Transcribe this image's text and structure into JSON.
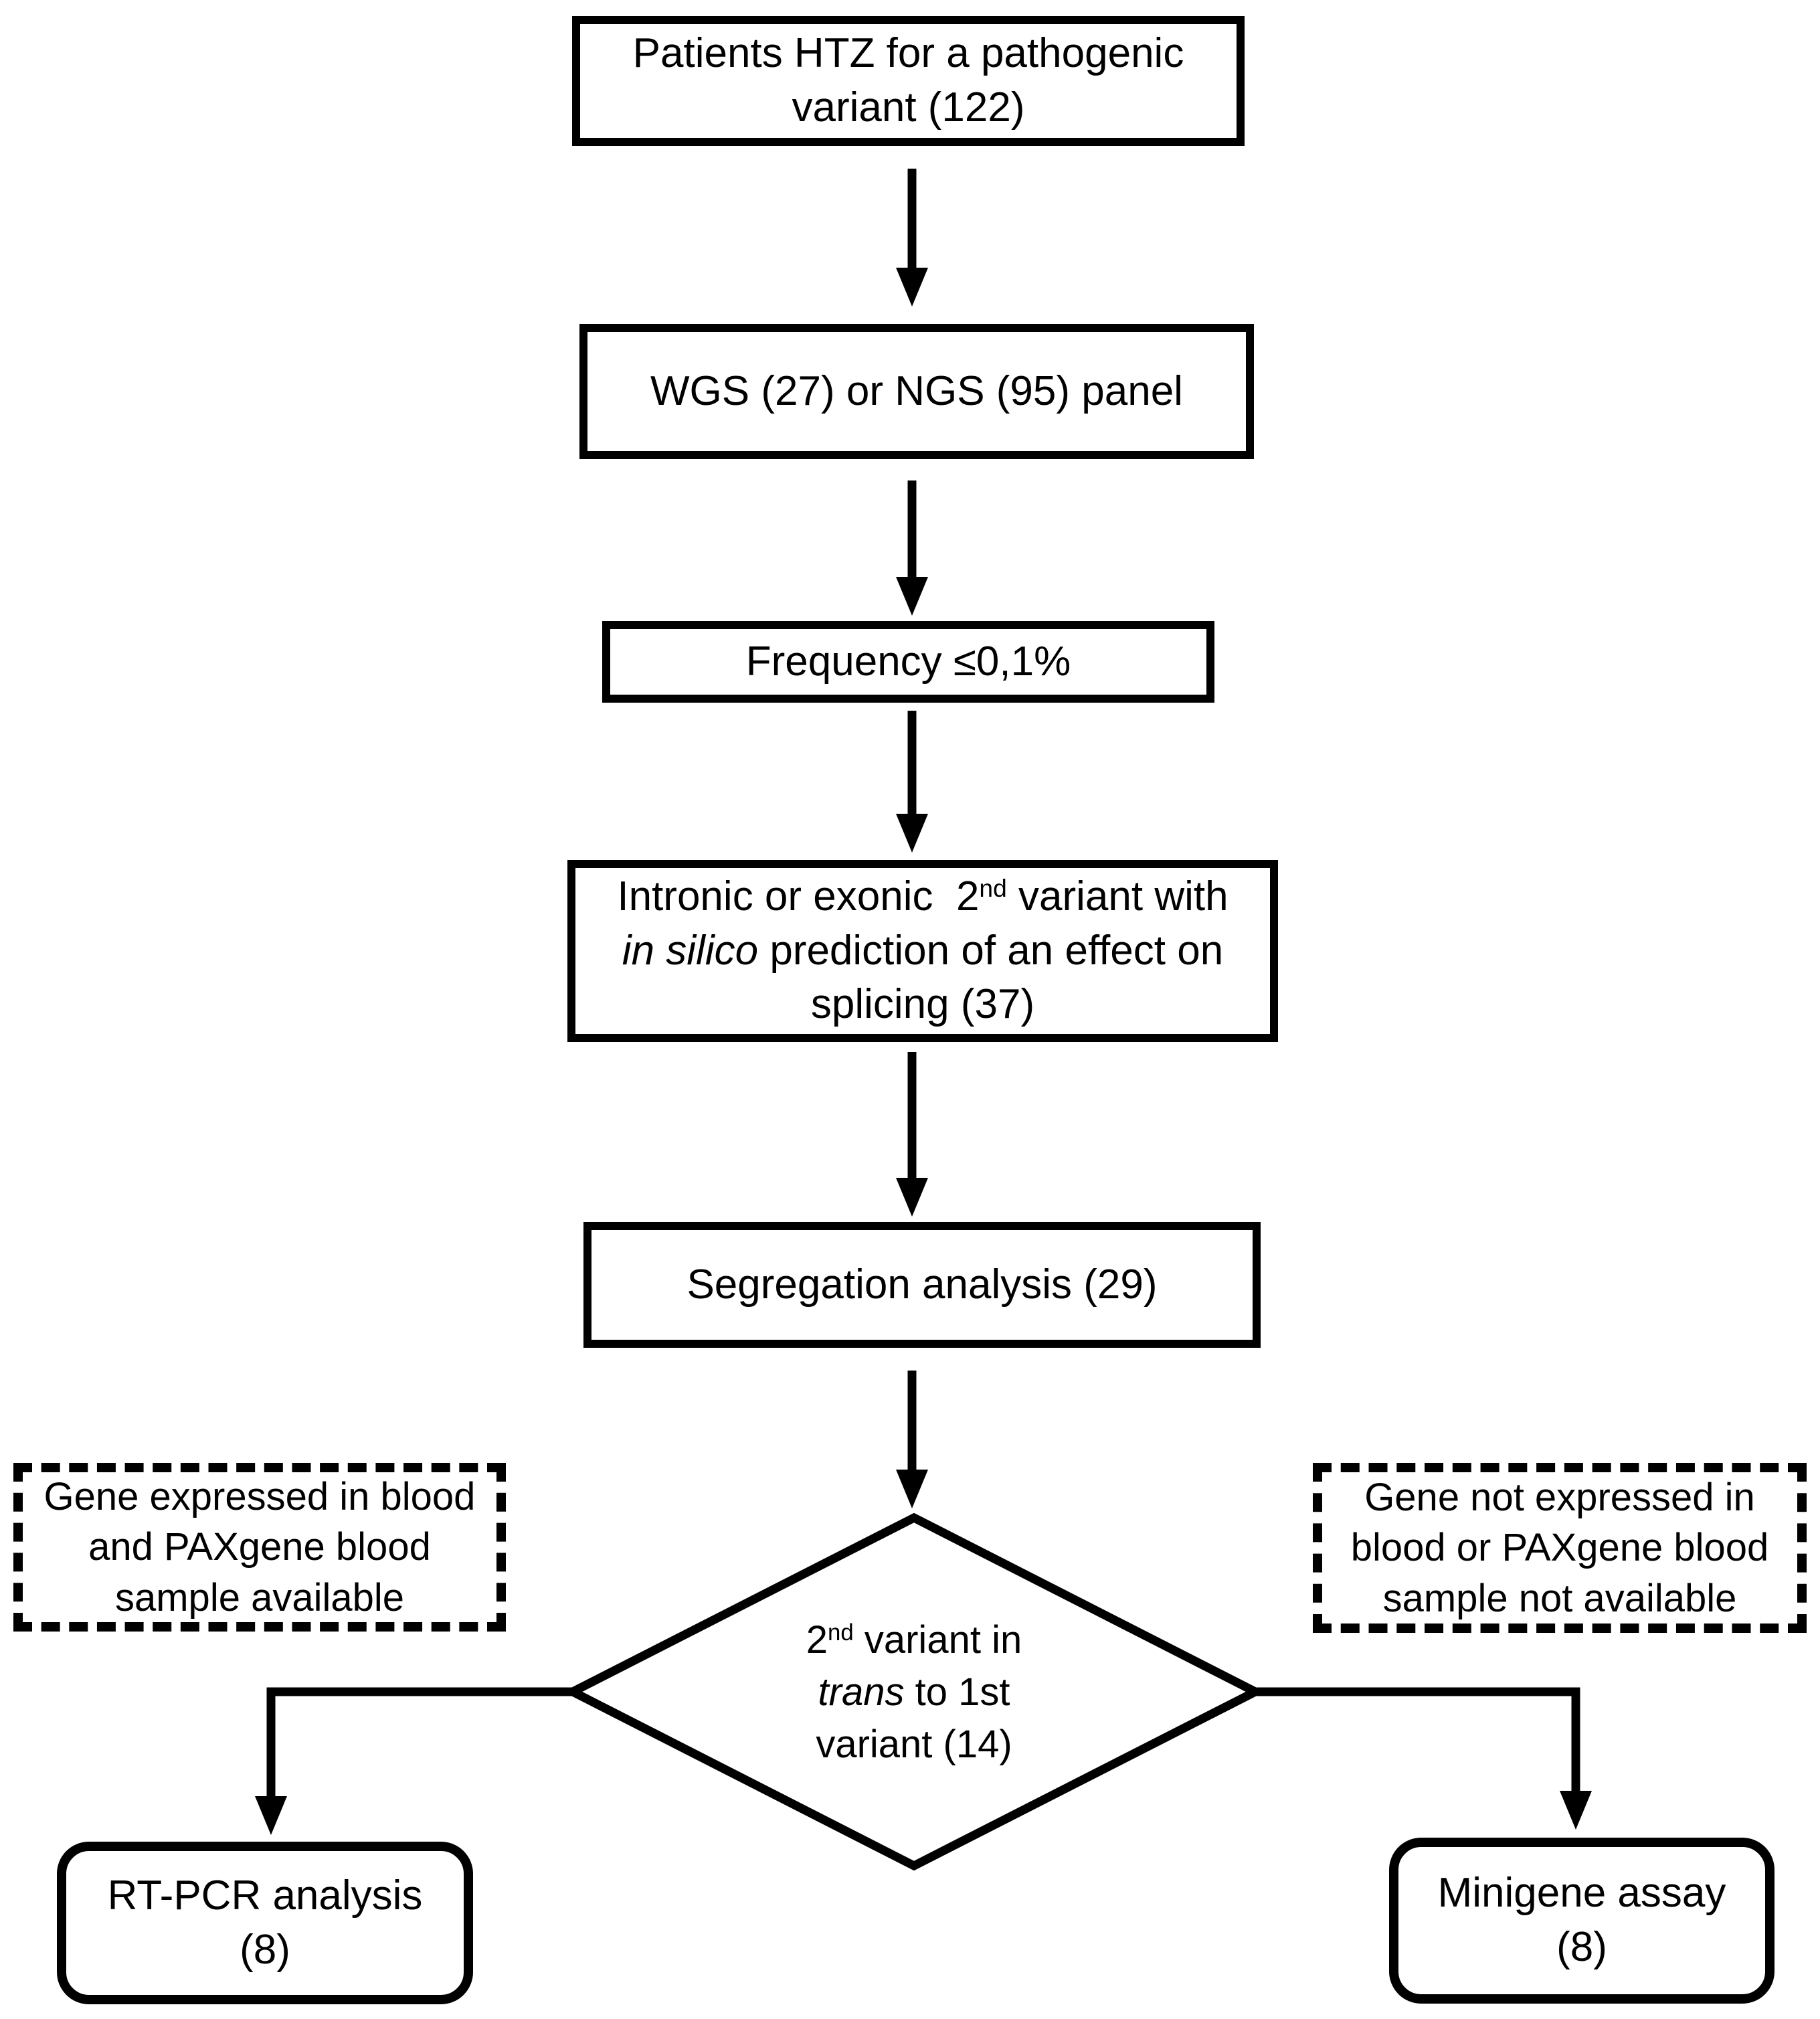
{
  "figure": {
    "type": "flowchart",
    "colors": {
      "line": "#000000",
      "background": "#ffffff",
      "text": "#000000"
    },
    "nodes": {
      "patients": {
        "line1": "Patients HTZ for a pathogenic",
        "line2": "variant (122)"
      },
      "panel": {
        "label": "WGS (27) or NGS (95) panel"
      },
      "frequency": {
        "label": "Frequency ≤0,1%"
      },
      "intronic": {
        "l1_pre": "Intronic or exonic  2",
        "l1_sup": "nd",
        "l1_post": " variant with",
        "l2_italic": "in silico",
        "l2_post": " prediction of an effect on",
        "l3": "splicing (37)"
      },
      "segregation": {
        "label": "Segregation analysis (29)"
      },
      "decision": {
        "l1_pre": "2",
        "l1_sup": "nd",
        "l1_post": " variant in",
        "l2_italic": "trans",
        "l2_post": " to 1st",
        "l3": "variant (14)"
      },
      "gene_expressed": {
        "line1": "Gene expressed in blood",
        "line2": "and PAXgene blood",
        "line3": "sample available"
      },
      "gene_not_expressed": {
        "line1": "Gene not expressed in",
        "line2": "blood or PAXgene blood",
        "line3": "sample not available"
      },
      "rtpcr": {
        "line1": "RT-PCR analysis",
        "line2": "(8)"
      },
      "minigene": {
        "line1": "Minigene assay",
        "line2": "(8)"
      }
    }
  }
}
